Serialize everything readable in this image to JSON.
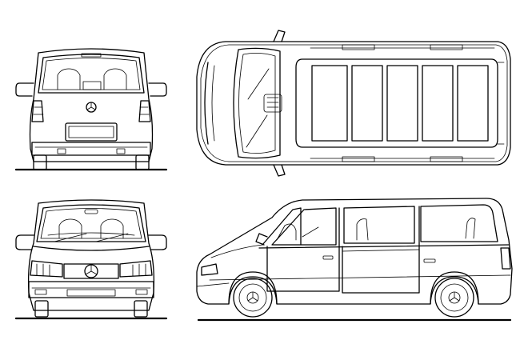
{
  "drawing": {
    "subject": "van",
    "views": [
      "rear",
      "top",
      "front",
      "side"
    ],
    "line_color": "#000000",
    "background_color": "#ffffff"
  }
}
